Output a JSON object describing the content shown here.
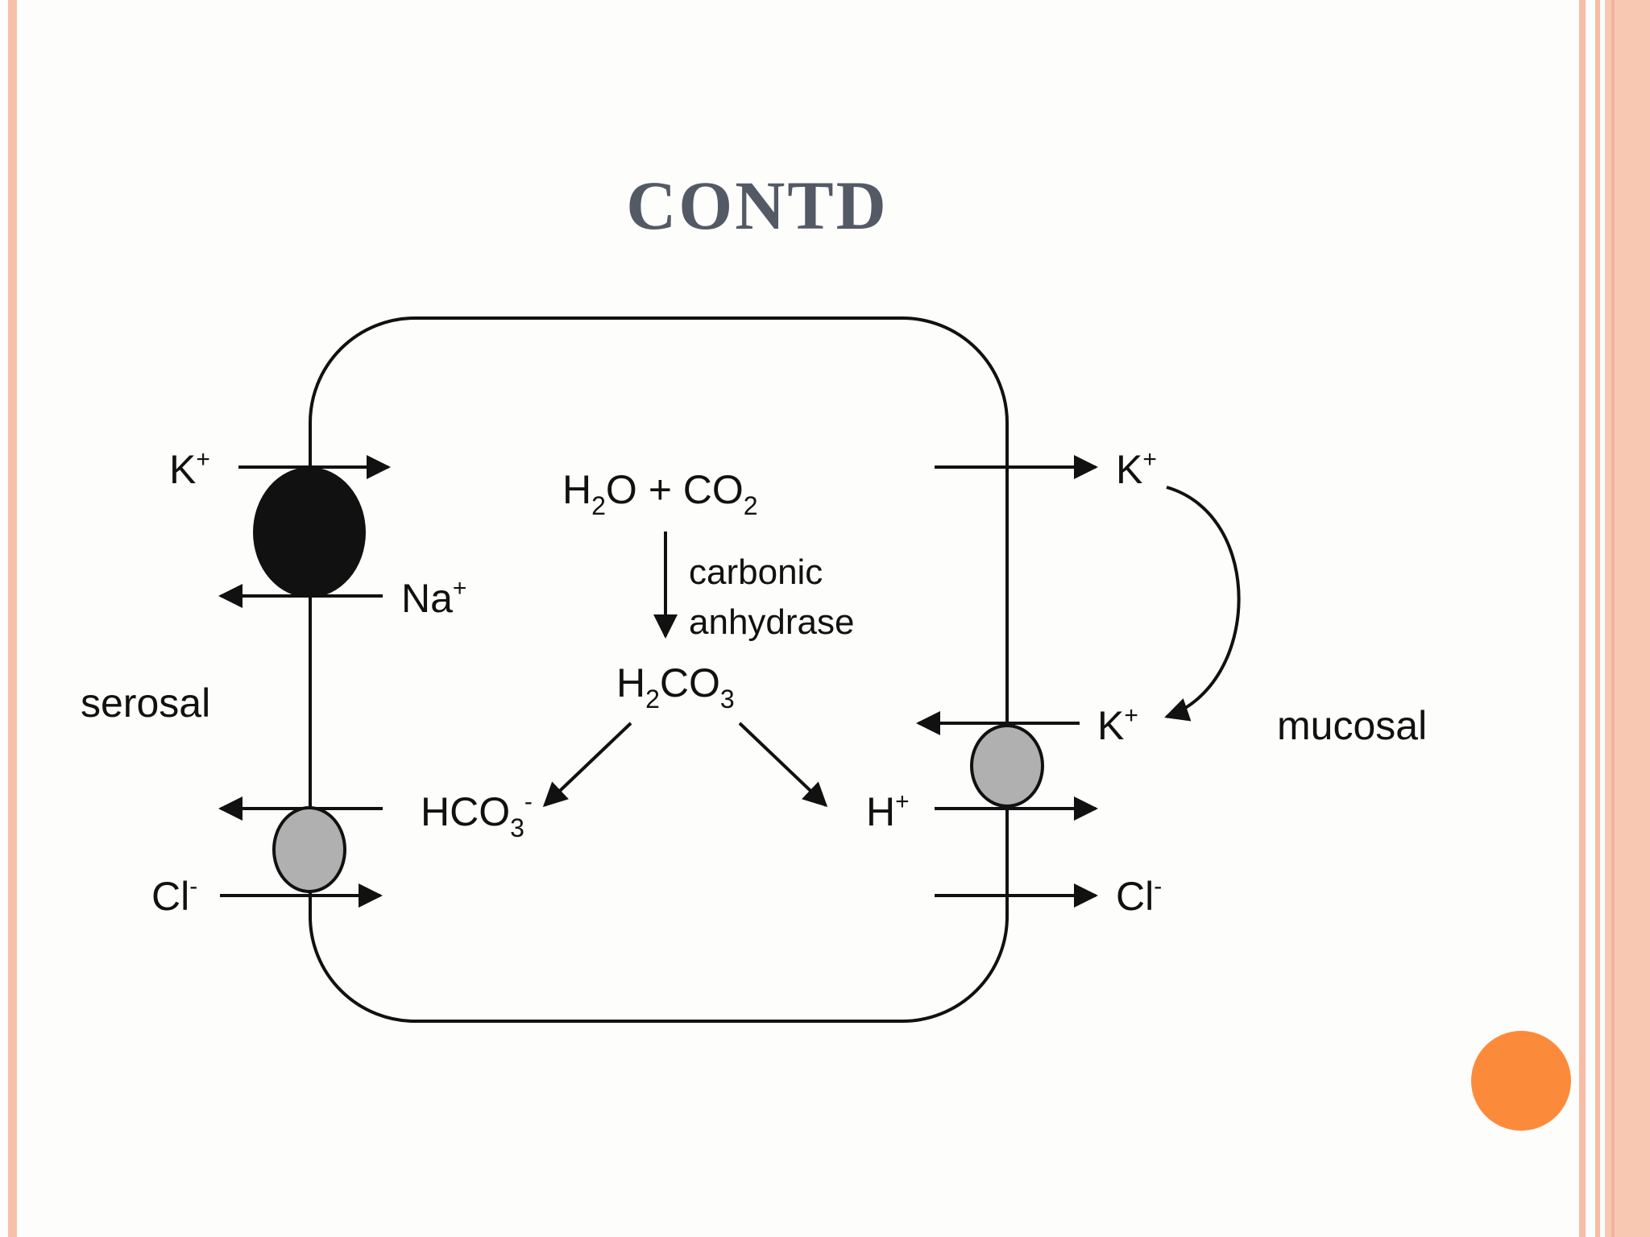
{
  "slide": {
    "title": "CONTD",
    "accent_color": "#fb8b3b",
    "border_color": "#f7c0aa"
  },
  "diagram": {
    "serosal_label": "serosal",
    "mucosal_label": "mucosal",
    "left": {
      "k": {
        "main": "K",
        "sup": "+"
      },
      "na": {
        "main": "Na",
        "sup": "+"
      },
      "cl": {
        "main": "Cl",
        "sup": "-"
      }
    },
    "right": {
      "k_out": {
        "main": "K",
        "sup": "+"
      },
      "k_in": {
        "main": "K",
        "sup": "+"
      },
      "cl": {
        "main": "Cl",
        "sup": "-"
      }
    },
    "reaction": {
      "water": {
        "main": "H",
        "sub": "2",
        "rest": "O + CO",
        "sub2": "2"
      },
      "enzyme_line1": "carbonic",
      "enzyme_line2": "anhydrase",
      "carbonic_acid": {
        "main": "H",
        "sub": "2",
        "rest": "CO",
        "sub2": "3"
      },
      "bicarbonate": {
        "main": "HCO",
        "sub": "3",
        "sup": "-"
      },
      "proton": {
        "main": "H",
        "sup": "+"
      }
    }
  }
}
